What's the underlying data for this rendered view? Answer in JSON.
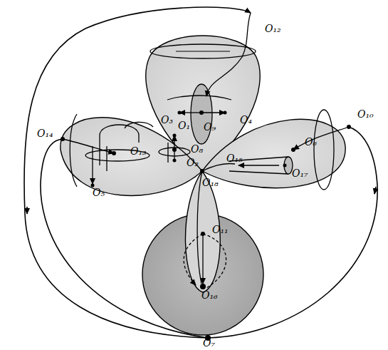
{
  "diagram": {
    "labels": [
      "O₁₂",
      "O₁₄",
      "O₁₃",
      "O₅",
      "O₁",
      "O₈",
      "O₂",
      "O₃",
      "O₄",
      "O₉",
      "O₁₅",
      "O₆",
      "O₁₀",
      "O₁₇",
      "O₁₈",
      "O₁₁",
      "O₁₆",
      "O₇"
    ]
  }
}
